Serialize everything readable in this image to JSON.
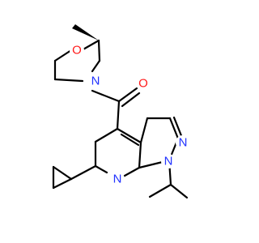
{
  "molecule": {
    "colors": {
      "carbon_bond": "#000000",
      "nitrogen": "#2233ff",
      "oxygen": "#ff1a1a",
      "background": "#ffffff"
    },
    "atoms": {
      "o_morpholine": "O",
      "n_morpholine": "N",
      "o_carbonyl": "O",
      "n_pyrazole": "N",
      "n1_pyrazole": "N",
      "n_pyridine": "N"
    }
  }
}
